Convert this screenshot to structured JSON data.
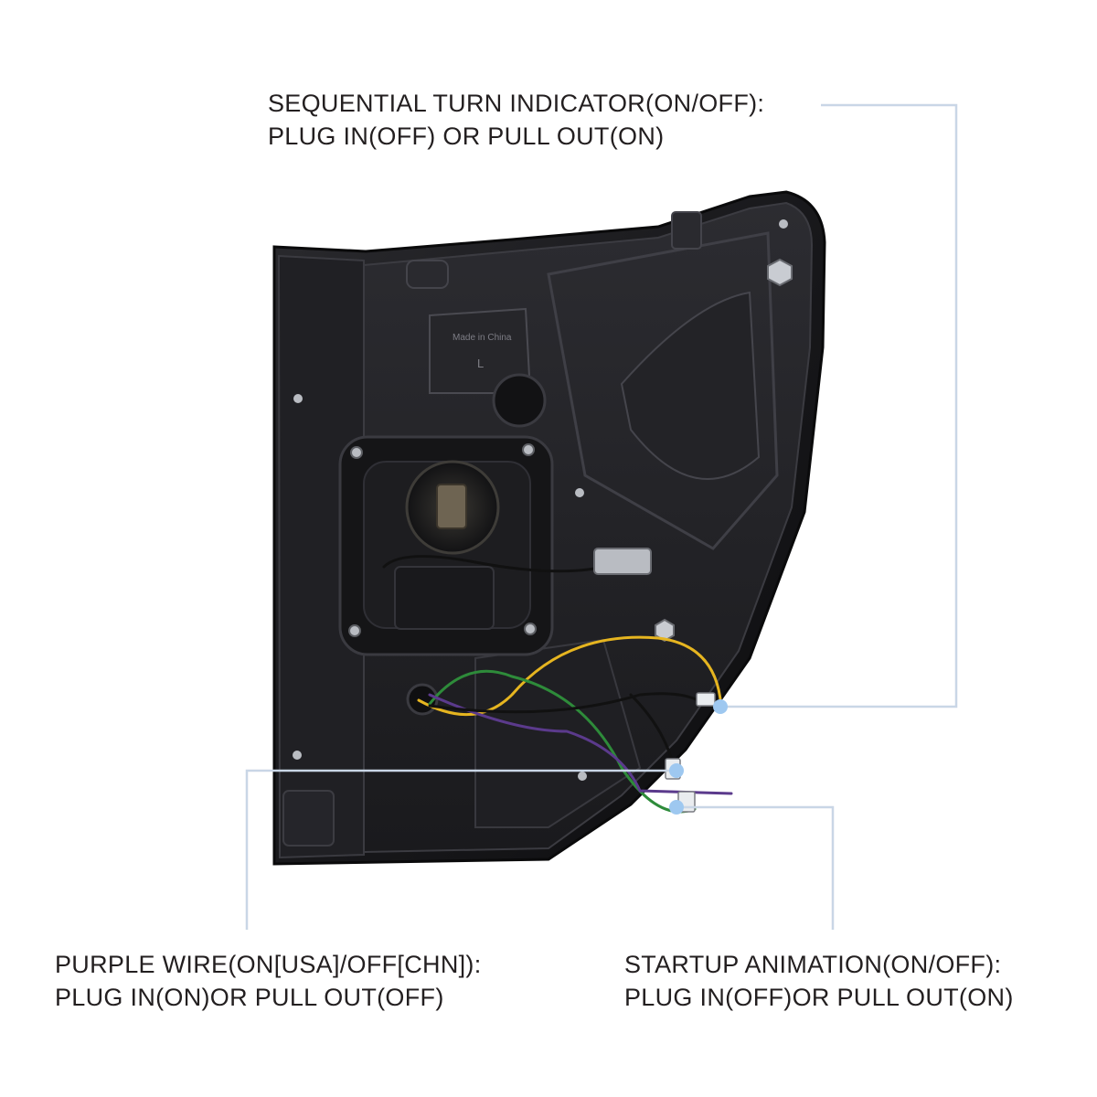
{
  "callouts": {
    "sequential": {
      "line1": "SEQUENTIAL TURN INDICATOR(ON/OFF):",
      "line2": "PLUG IN(OFF) OR PULL OUT(ON)"
    },
    "purple": {
      "line1": "PURPLE WIRE(ON[USA]/OFF[CHN]):",
      "line2": "PLUG IN(ON)OR PULL OUT(OFF)"
    },
    "startup": {
      "line1": "STARTUP ANIMATION(ON/OFF):",
      "line2": "PLUG IN(OFF)OR PULL OUT(ON)"
    }
  },
  "housing_text": {
    "origin": "Made in China",
    "side": "L"
  },
  "colors": {
    "leader_line": "#c9d6e6",
    "marker_dot": "#9ec8f0",
    "housing": "#1c1c1f",
    "wire_yellow": "#e6b520",
    "wire_green": "#2e8b3a",
    "wire_purple": "#5b3a8c",
    "wire_black": "#111111"
  }
}
